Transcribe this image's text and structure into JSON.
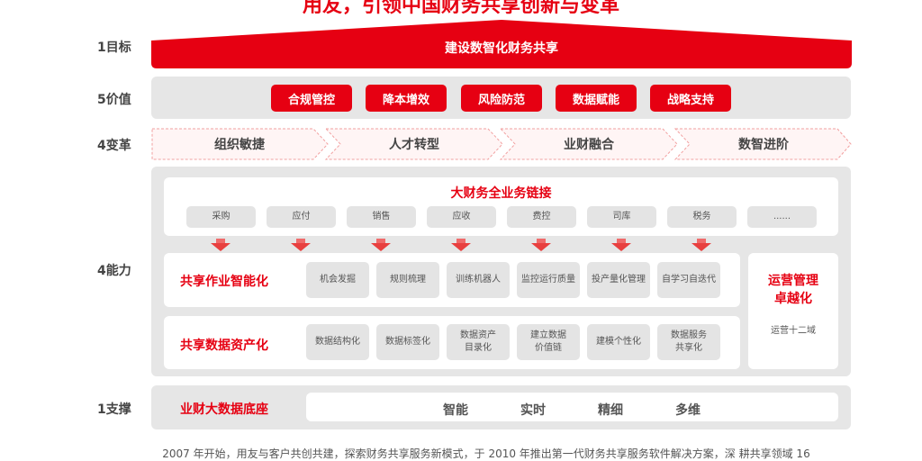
{
  "title": "用友，引领中国财务共享创新与变革",
  "rows": {
    "goal": {
      "label": "1目标",
      "text": "建设数智化财务共享"
    },
    "value": {
      "label": "5价值",
      "items": [
        "合规管控",
        "降本增效",
        "风险防范",
        "数据赋能",
        "战略支持"
      ]
    },
    "change": {
      "label": "4变革",
      "items": [
        "组织敏捷",
        "人才转型",
        "业财融合",
        "数智进阶"
      ]
    },
    "capability": {
      "label": "4能力",
      "chain": {
        "title": "大财务全业务链接",
        "items": [
          "采购",
          "应付",
          "销售",
          "应收",
          "费控",
          "司库",
          "税务",
          "......"
        ]
      },
      "smart": {
        "title": "共享作业智能化",
        "items": [
          "机会发掘",
          "规则梳理",
          "训练机器人",
          "监控运行质量",
          "投产量化管理",
          "自学习自迭代"
        ]
      },
      "data": {
        "title": "共享数据资产化",
        "items": [
          "数据结构化",
          "数据标签化",
          "数据资产\n目录化",
          "建立数据\n价值链",
          "建模个性化",
          "数据服务\n共享化"
        ]
      },
      "ops": {
        "title": "运营管理\n卓越化",
        "sub": "运营十二域"
      }
    },
    "support": {
      "label": "1支撑",
      "title": "业财大数据底座",
      "items": [
        "智能",
        "实时",
        "精细",
        "多维"
      ]
    }
  },
  "footer": "2007 年开始，用友与客户共创共建，探索财务共享服务新模式，于 2010 年推出第一代财务共享服务软件解决方案，深 耕共享领域 16",
  "colors": {
    "accent": "#e60012",
    "panel": "#e6e6e6"
  }
}
